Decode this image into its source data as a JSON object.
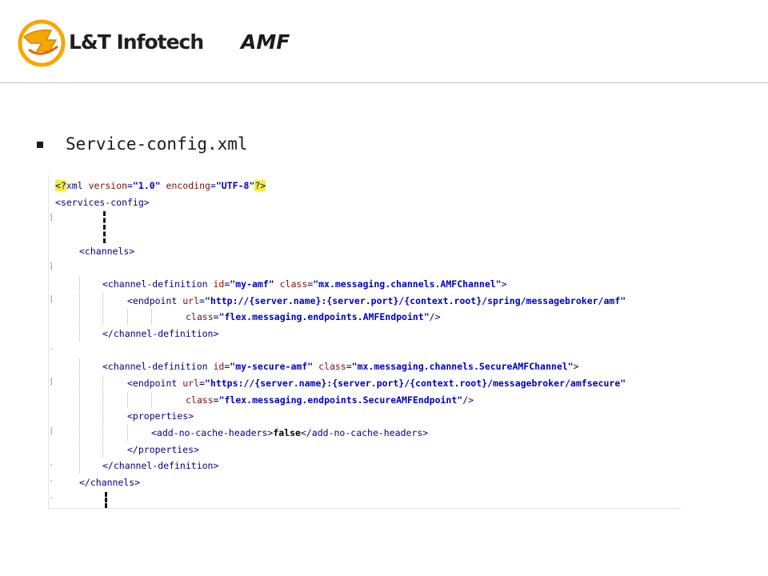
{
  "header": {
    "brand_name": "L&T Infotech",
    "slide_title": "AMF",
    "logo_icon": "lt-swirl-logo-icon",
    "brand_colors": {
      "logo_yellow": "#f5a800",
      "logo_orange": "#e06a00"
    }
  },
  "bullet": {
    "text": "Service-config.xml"
  },
  "code": {
    "pi_open": "<?",
    "pi_name": "xml",
    "pi_attr1": "version",
    "pi_val1": "\"1.0\"",
    "pi_attr2": "encoding",
    "pi_val2": "\"UTF-8\"",
    "pi_close": "?>",
    "services_open": "<services-config>",
    "channels_open": "<channels>",
    "cd1_open": "<channel-definition",
    "cd1_id_attr": "id",
    "cd1_id_val": "\"my-amf\"",
    "cd1_class_attr": "class",
    "cd1_class_val": "\"mx.messaging.channels.AMFChannel\"",
    "cd1_close": ">",
    "ep1_open": "<endpoint",
    "ep1_url_attr": "url",
    "ep1_url_val": "\"http://{server.name}:{server.port}/{context.root}/spring/messagebroker/amf\"",
    "ep1_class_attr": "class",
    "ep1_class_val": "\"flex.messaging.endpoints.AMFEndpoint\"",
    "ep1_close": "/>",
    "cd1_end": "</channel-definition>",
    "cd2_open": "<channel-definition",
    "cd2_id_attr": "id",
    "cd2_id_val": "\"my-secure-amf\"",
    "cd2_class_attr": "class",
    "cd2_class_val": "\"mx.messaging.channels.SecureAMFChannel\"",
    "cd2_close": ">",
    "ep2_open": "<endpoint",
    "ep2_url_attr": "url",
    "ep2_url_val": "\"https://{server.name}:{server.port}/{context.root}/messagebroker/amfsecure\"",
    "ep2_class_attr": "class",
    "ep2_class_val": "\"flex.messaging.endpoints.SecureAMFEndpoint\"",
    "ep2_close": "/>",
    "props_open": "<properties>",
    "nc_open": "<add-no-cache-headers>",
    "nc_value": "false",
    "nc_close": "</add-no-cache-headers>",
    "props_end": "</properties>",
    "cd2_end": "</channel-definition>",
    "channels_end": "</channels>",
    "eq": "=",
    "fold_open": "]",
    "fold_end": "-"
  }
}
